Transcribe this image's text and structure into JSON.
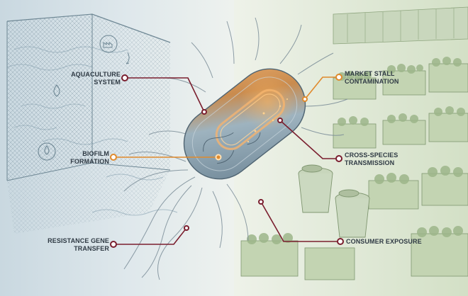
{
  "labels": {
    "aquaculture": "AQUACULTURE\nSYSTEM",
    "biofilm": "BIOFILM\nFORMATION",
    "resistance": "RESISTANCE GENE\nTRANSFER",
    "market": "MARKET STALL\nCONTAMINATION",
    "cross_species": "CROSS-SPECIES\nTRANSMISSION",
    "consumer": "CONSUMER EXPOSURE"
  },
  "colors": {
    "maroon": "#7a1e2e",
    "orange": "#e08a2c",
    "water": "#cfdde4",
    "market": "#d7e3cb",
    "bacterium": "#8fa6b4"
  }
}
